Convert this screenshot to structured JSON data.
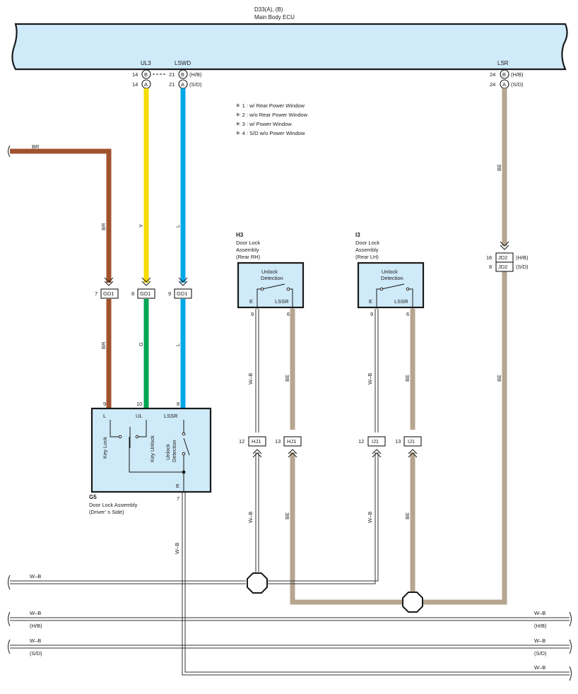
{
  "ecu": {
    "title": "D33(A), (B)",
    "name": "Main Body ECU"
  },
  "ecu_pins": {
    "ul3": {
      "label": "UL3",
      "num_b": "14",
      "letter_b": "B",
      "num_a": "14",
      "letter_a": "A"
    },
    "lswd": {
      "label": "LSWD",
      "num_b": "21",
      "letter_b": "B",
      "tag_b": "(H/B)",
      "num_a": "21",
      "letter_a": "A",
      "tag_a": "(S/D)"
    },
    "lsr": {
      "label": "LSR",
      "num_b": "24",
      "letter_b": "B",
      "tag_b": "(H/B)",
      "num_a": "24",
      "letter_a": "A",
      "tag_a": "(S/D)"
    }
  },
  "notes": [
    "＊ 1 : w/ Rear Power Window",
    "＊ 2 : w/o Rear Power Window",
    "＊ 3 : w/ Power Window",
    "＊ 4 : S/D w/o Power Window"
  ],
  "wire_colors": {
    "BR": "#a0522d",
    "Y": "#f5dd00",
    "L": "#00a8e8",
    "G": "#00a651",
    "BE": "#b6a58f",
    "WB": "#333333",
    "box_fill": "#cfeaf8"
  },
  "wire_labels": {
    "br_top": "BR",
    "br_vert": "BR",
    "y_vert": "Y",
    "l_vert": "L",
    "br_low": "BR",
    "g_low": "G",
    "l_low": "L",
    "be_right_top": "BE",
    "be_right_low": "BE",
    "h3_wb": "W–B",
    "h3_be": "BE",
    "i3_wb": "W–B",
    "i3_be": "BE",
    "h3_wb_low": "W–B",
    "h3_be_low": "BE",
    "i3_wb_low": "W–B",
    "i3_be_low": "BE",
    "g5_wb": "W–B"
  },
  "connectors": {
    "gd1_br": {
      "pin": "7",
      "name": "GD1"
    },
    "gd1_y": {
      "pin": "8",
      "name": "GD1"
    },
    "gd1_l": {
      "pin": "9",
      "name": "GD1"
    },
    "jd2_hb": {
      "pin": "16",
      "name": "JD2",
      "tag": "(H/B)"
    },
    "jd2_sd": {
      "pin": "8",
      "name": "JD2",
      "tag": "(S/D)"
    },
    "hj1_wb": {
      "pin": "12",
      "name": "HJ1"
    },
    "hj1_be": {
      "pin": "13",
      "name": "HJ1"
    },
    "ij1_wb": {
      "pin": "12",
      "name": "IJ1"
    },
    "ij1_be": {
      "pin": "13",
      "name": "IJ1"
    }
  },
  "h3": {
    "code": "H3",
    "line1": "Door Lock",
    "line2": "Assembly",
    "line3": "(Rear RH)",
    "title1": "Unlock",
    "title2": "Detection",
    "pin_e": "E",
    "pin_lssr": "LSSR",
    "pin_e_num": "9",
    "pin_lssr_num": "6"
  },
  "i3": {
    "code": "I3",
    "line1": "Door Lock",
    "line2": "Assembly",
    "line3": "(Rear LH)",
    "title1": "Unlock",
    "title2": "Detection",
    "pin_e": "E",
    "pin_lssr": "LSSR",
    "pin_e_num": "9",
    "pin_lssr_num": "6"
  },
  "g5": {
    "code": "G5",
    "line1": "Door Lock Assembly",
    "line2": "(Driver’ s Side)",
    "pin_l": "L",
    "pin_ul": "UL",
    "pin_lssr": "LSSR",
    "pin_e": "E",
    "num_l": "9",
    "num_ul": "10",
    "num_lssr": "8",
    "num_e": "7",
    "sw_key_lock": "Key Lock",
    "sw_key_unlock": "Key Unlock",
    "sw_unlock1": "Unlock",
    "sw_unlock2": "Detection"
  },
  "ground_lines": {
    "row1_left": "W–B",
    "row2_left": "W–B",
    "row2_left_sub": "(H/B)",
    "row2_right": "W–B",
    "row2_right_sub": "(H/B)",
    "row3_left": "W–B",
    "row3_left_sub": "(S/D)",
    "row3_right": "W–B",
    "row3_right_sub": "(S/D)",
    "row4_right": "W–B"
  }
}
